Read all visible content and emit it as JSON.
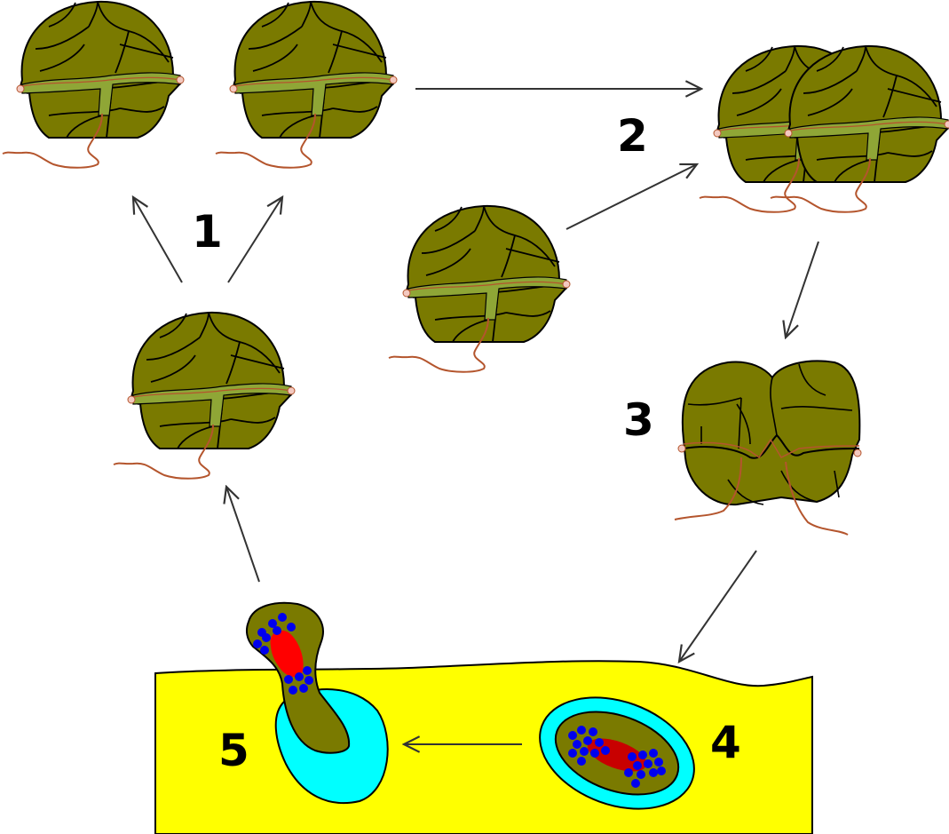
{
  "steps": [
    {
      "number": "1"
    },
    {
      "number": "2"
    },
    {
      "number": "3"
    },
    {
      "number": "4"
    },
    {
      "number": "5"
    }
  ],
  "colors": {
    "cell_body": "#7a7a00",
    "cell_outline": "#000000",
    "girdle_band": "#8fa636",
    "flagellum": "#b4552d",
    "sediment": "#ffff00",
    "cyst_wall": "#00ffff",
    "nucleus_red": "#ff0000",
    "nucleus_dark_red": "#c80000",
    "granules": "#0000ee",
    "arrow": "#333333"
  }
}
